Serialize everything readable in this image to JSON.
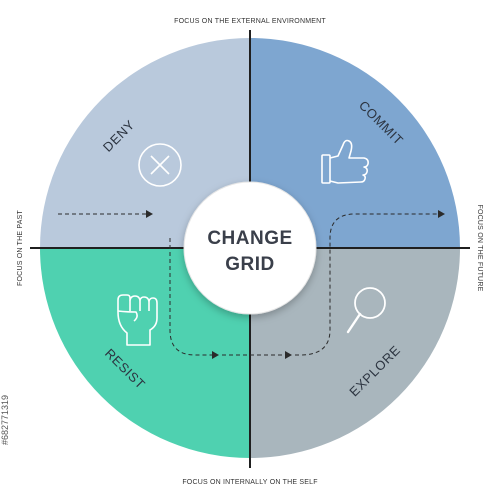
{
  "diagram": {
    "center_title_line1": "CHANGE",
    "center_title_line2": "GRID",
    "axis_top": "FOCUS ON THE EXTERNAL ENVIRONMENT",
    "axis_bottom": "FOCUS ON INTERNALLY ON THE SELF",
    "axis_left": "FOCUS ON THE PAST",
    "axis_right": "FOCUS ON THE FUTURE",
    "quadrants": [
      {
        "label": "DENY",
        "color": "#b9c9dc",
        "icon": "cross-circle-icon"
      },
      {
        "label": "COMMIT",
        "color": "#7ea6d0",
        "icon": "thumbs-up-icon"
      },
      {
        "label": "RESIST",
        "color": "#4fd1b0",
        "icon": "fist-icon"
      },
      {
        "label": "EXPLORE",
        "color": "#a9b6bd",
        "icon": "magnifier-icon"
      }
    ]
  },
  "watermark_id": "#682771319"
}
